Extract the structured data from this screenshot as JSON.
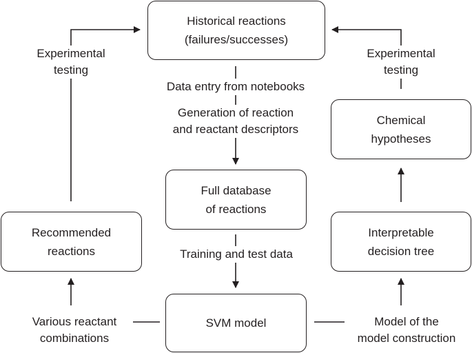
{
  "boxes": {
    "historical_reactions": [
      "Historical reactions",
      "(failures/successes)"
    ],
    "full_database": [
      "Full database",
      "of reactions"
    ],
    "svm_model": [
      "SVM model"
    ],
    "recommended_reactions": [
      "Recommended",
      "reactions"
    ],
    "interpretable_tree": [
      "Interpretable",
      "decision tree"
    ],
    "chemical_hypotheses": [
      "Chemical",
      "hypotheses"
    ]
  },
  "labels": {
    "data_entry": "Data entry from notebooks",
    "descriptor_generation": [
      "Generation of reaction",
      "and reactant descriptors"
    ],
    "training_test": "Training and test data",
    "experimental_testing_left": [
      "Experimental",
      "testing"
    ],
    "experimental_testing_right": [
      "Experimental",
      "testing"
    ],
    "reactant_combinations": [
      "Various reactant",
      "combinations"
    ],
    "model_of_model": [
      "Model of the",
      "model construction"
    ]
  }
}
